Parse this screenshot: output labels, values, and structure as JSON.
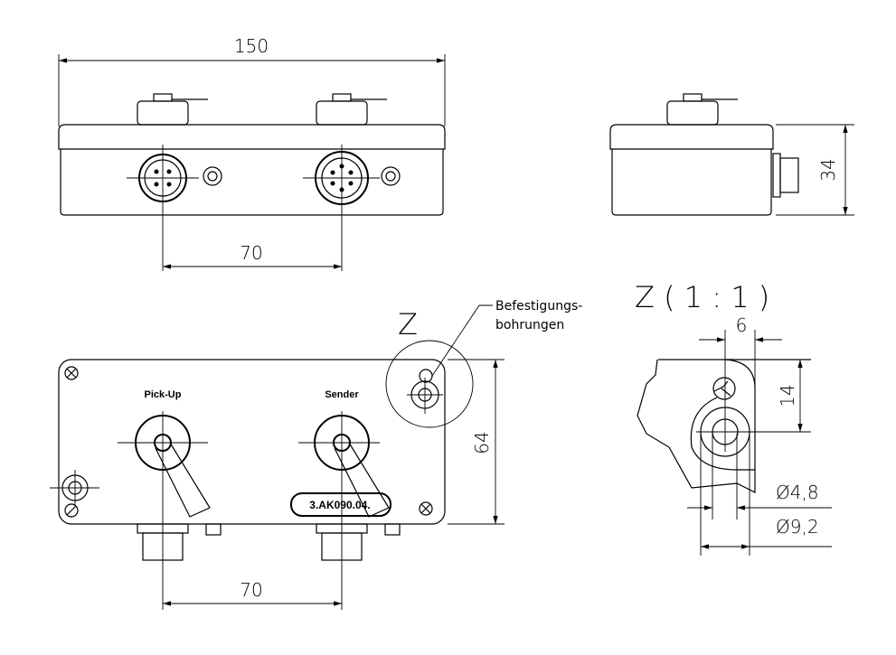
{
  "dimensions": {
    "overall_length": "150",
    "front_connector_spacing": "70",
    "height": "34",
    "width": "64",
    "bottom_connector_spacing": "70",
    "detail_offset": "6",
    "detail_hole_offset": "14",
    "hole_diameter_small": "Ø4,8",
    "hole_diameter_large": "Ø9,2"
  },
  "labels": {
    "connector_left": "Pick-Up",
    "connector_right": "Sender",
    "part_number": "3.AK090.04.",
    "detail_marker": "Z",
    "note_line1": "Befestigungs-",
    "note_line2": "bohrungen",
    "detail_title": "Z ( 1 : 1 )"
  }
}
